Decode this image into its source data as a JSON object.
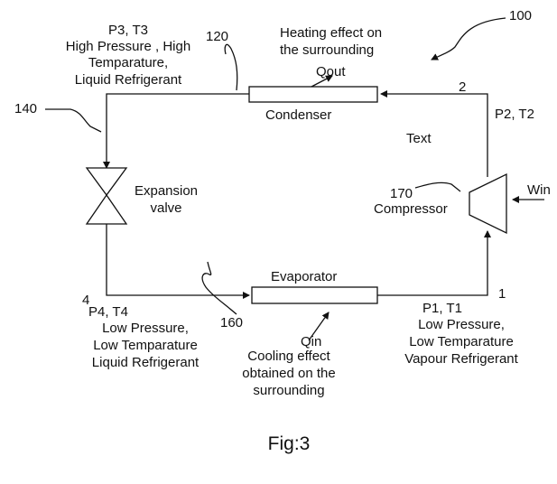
{
  "labels": {
    "ref_100": "100",
    "ref_120": "120",
    "ref_140": "140",
    "ref_160": "160",
    "ref_170": "170",
    "heating_line1": "Heating effect on",
    "heating_line2": "the  surrounding",
    "qout": "Qout",
    "state3_line1": "P3, T3",
    "state3_line2": "High Pressure , High",
    "state3_line3": "Temparature,",
    "state3_line4": "Liquid Refrigerant",
    "point2": "2",
    "state2": "P2, T2",
    "condenser": "Condenser",
    "text_label": "Text",
    "expansion_line1": "Expansion",
    "expansion_line2": "valve",
    "compressor": "Compressor",
    "win": "Win",
    "evaporator": "Evaporator",
    "point4": "4",
    "point1": "1",
    "state4_line1": "P4, T4",
    "state4_line2": "Low Pressure,",
    "state4_line3": "Low Temparature",
    "state4_line4": "Liquid Refrigerant",
    "state1_line1": "P1, T1",
    "state1_line2": "Low Pressure,",
    "state1_line3": "Low Temparature",
    "state1_line4": "Vapour Refrigerant",
    "qin": "Qin",
    "cooling_line1": "Cooling effect",
    "cooling_line2": "obtained on the",
    "cooling_line3": "surrounding",
    "fig_caption": "Fig:3"
  }
}
